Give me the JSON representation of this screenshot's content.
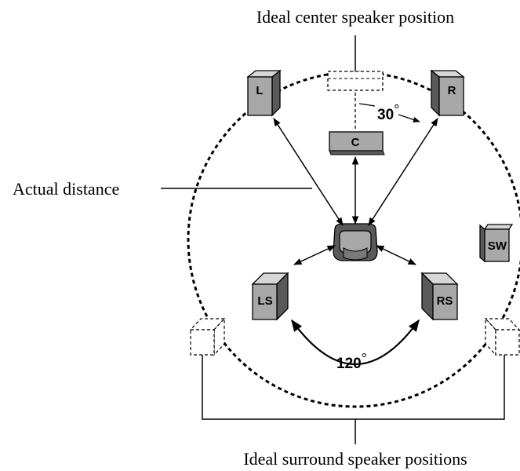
{
  "labels": {
    "ideal_center": "Ideal center speaker position",
    "actual_distance": "Actual distance",
    "ideal_surround": "Ideal surround speaker positions"
  },
  "speakers": {
    "left": "L",
    "right": "R",
    "center": "C",
    "left_surround": "LS",
    "right_surround": "RS",
    "subwoofer": "SW"
  },
  "angles": {
    "front_value": "30",
    "surround_value": "120",
    "degree_symbol": "°"
  },
  "colors": {
    "speaker_front": "#a8a8a8",
    "speaker_side": "#5a5a5a",
    "speaker_top": "#d6d6d6",
    "line": "#000000"
  }
}
